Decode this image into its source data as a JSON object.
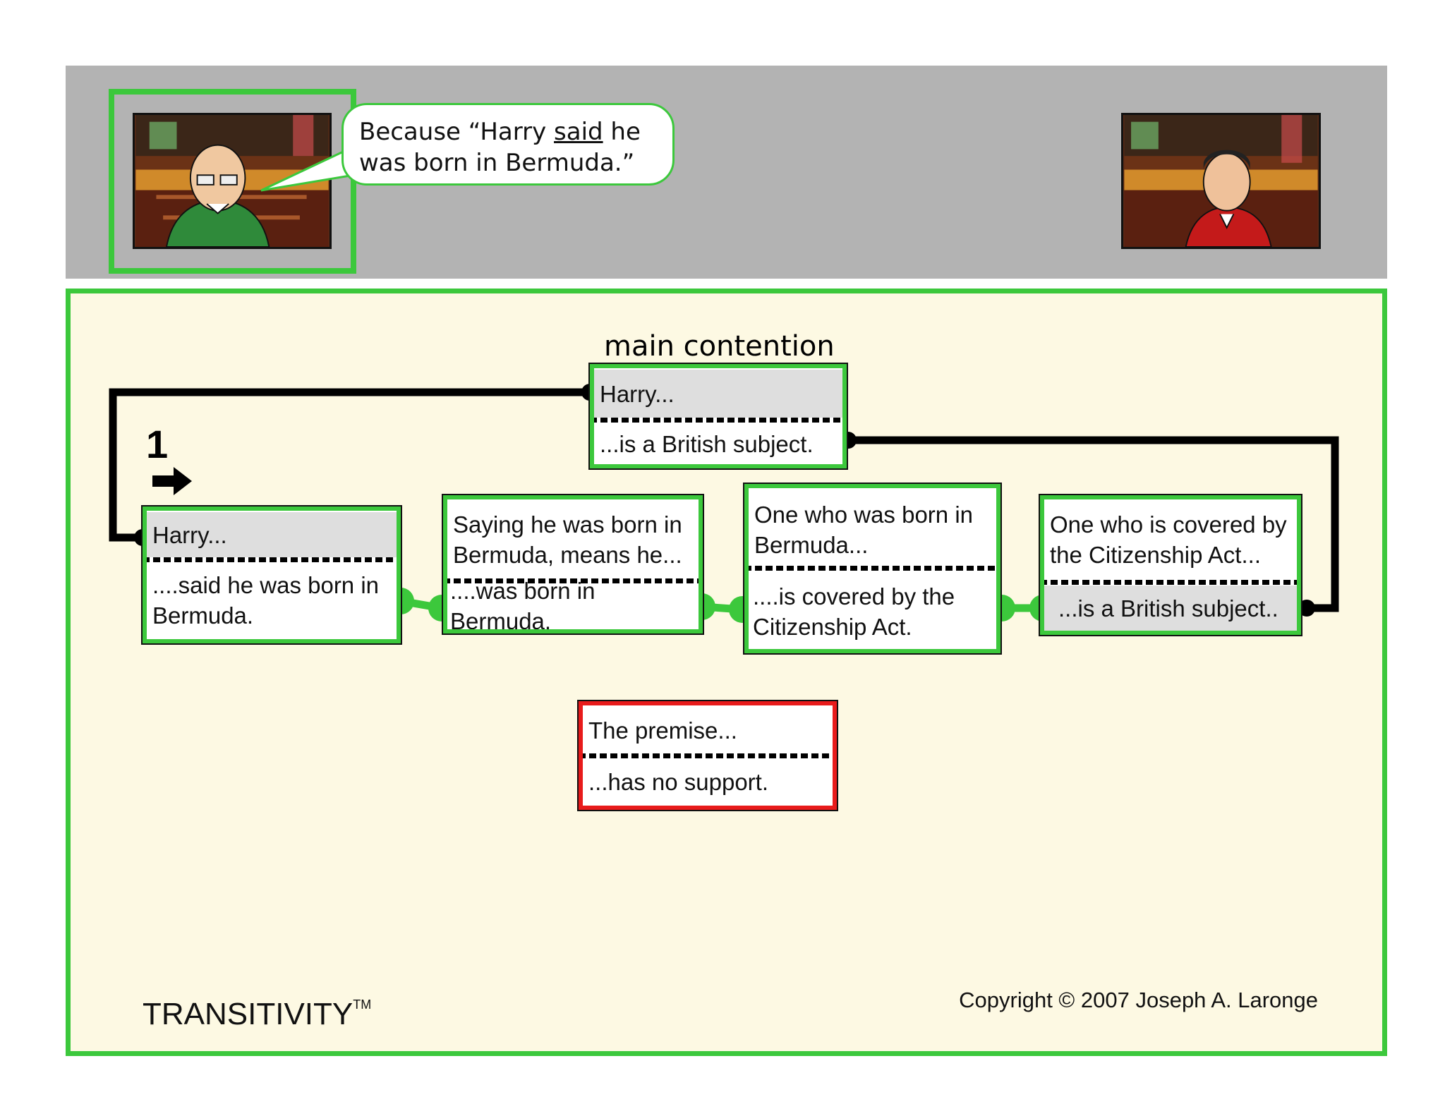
{
  "colors": {
    "green": "#3cc83c",
    "red": "#e81b1b",
    "panel": "#fdf9e3",
    "band": "#b3b3b3",
    "segment_gray": "#dedede"
  },
  "speech": {
    "line1_before": "Because “Harry ",
    "line1_underlined": "said",
    "line1_after": " he",
    "line2": "was born in Bermuda.”"
  },
  "diagram": {
    "main_title": "main contention",
    "step_number": "1",
    "main_box": {
      "top": "Harry...",
      "bottom": "...is a British subject."
    },
    "box1": {
      "top": "Harry...",
      "bottom_l1": "....said he was born in",
      "bottom_l2": "Bermuda."
    },
    "box2": {
      "top_l1": "Saying he was born in",
      "top_l2": "Bermuda, means he...",
      "bottom": "....was born in Bermuda."
    },
    "box3": {
      "top_l1": "One who was born in",
      "top_l2": "Bermuda...",
      "bottom_l1": "....is covered by the",
      "bottom_l2": "Citizenship Act."
    },
    "box4": {
      "top_l1": "One who is covered by",
      "top_l2": "the Citizenship Act...",
      "bottom": "...is a British subject.."
    },
    "premise_box": {
      "top": "The premise...",
      "bottom": "...has no support."
    }
  },
  "footer": {
    "brand": "TRANSITIVITY",
    "trademark": "TM",
    "copyright": "Copyright © 2007 Joseph A. Laronge"
  }
}
